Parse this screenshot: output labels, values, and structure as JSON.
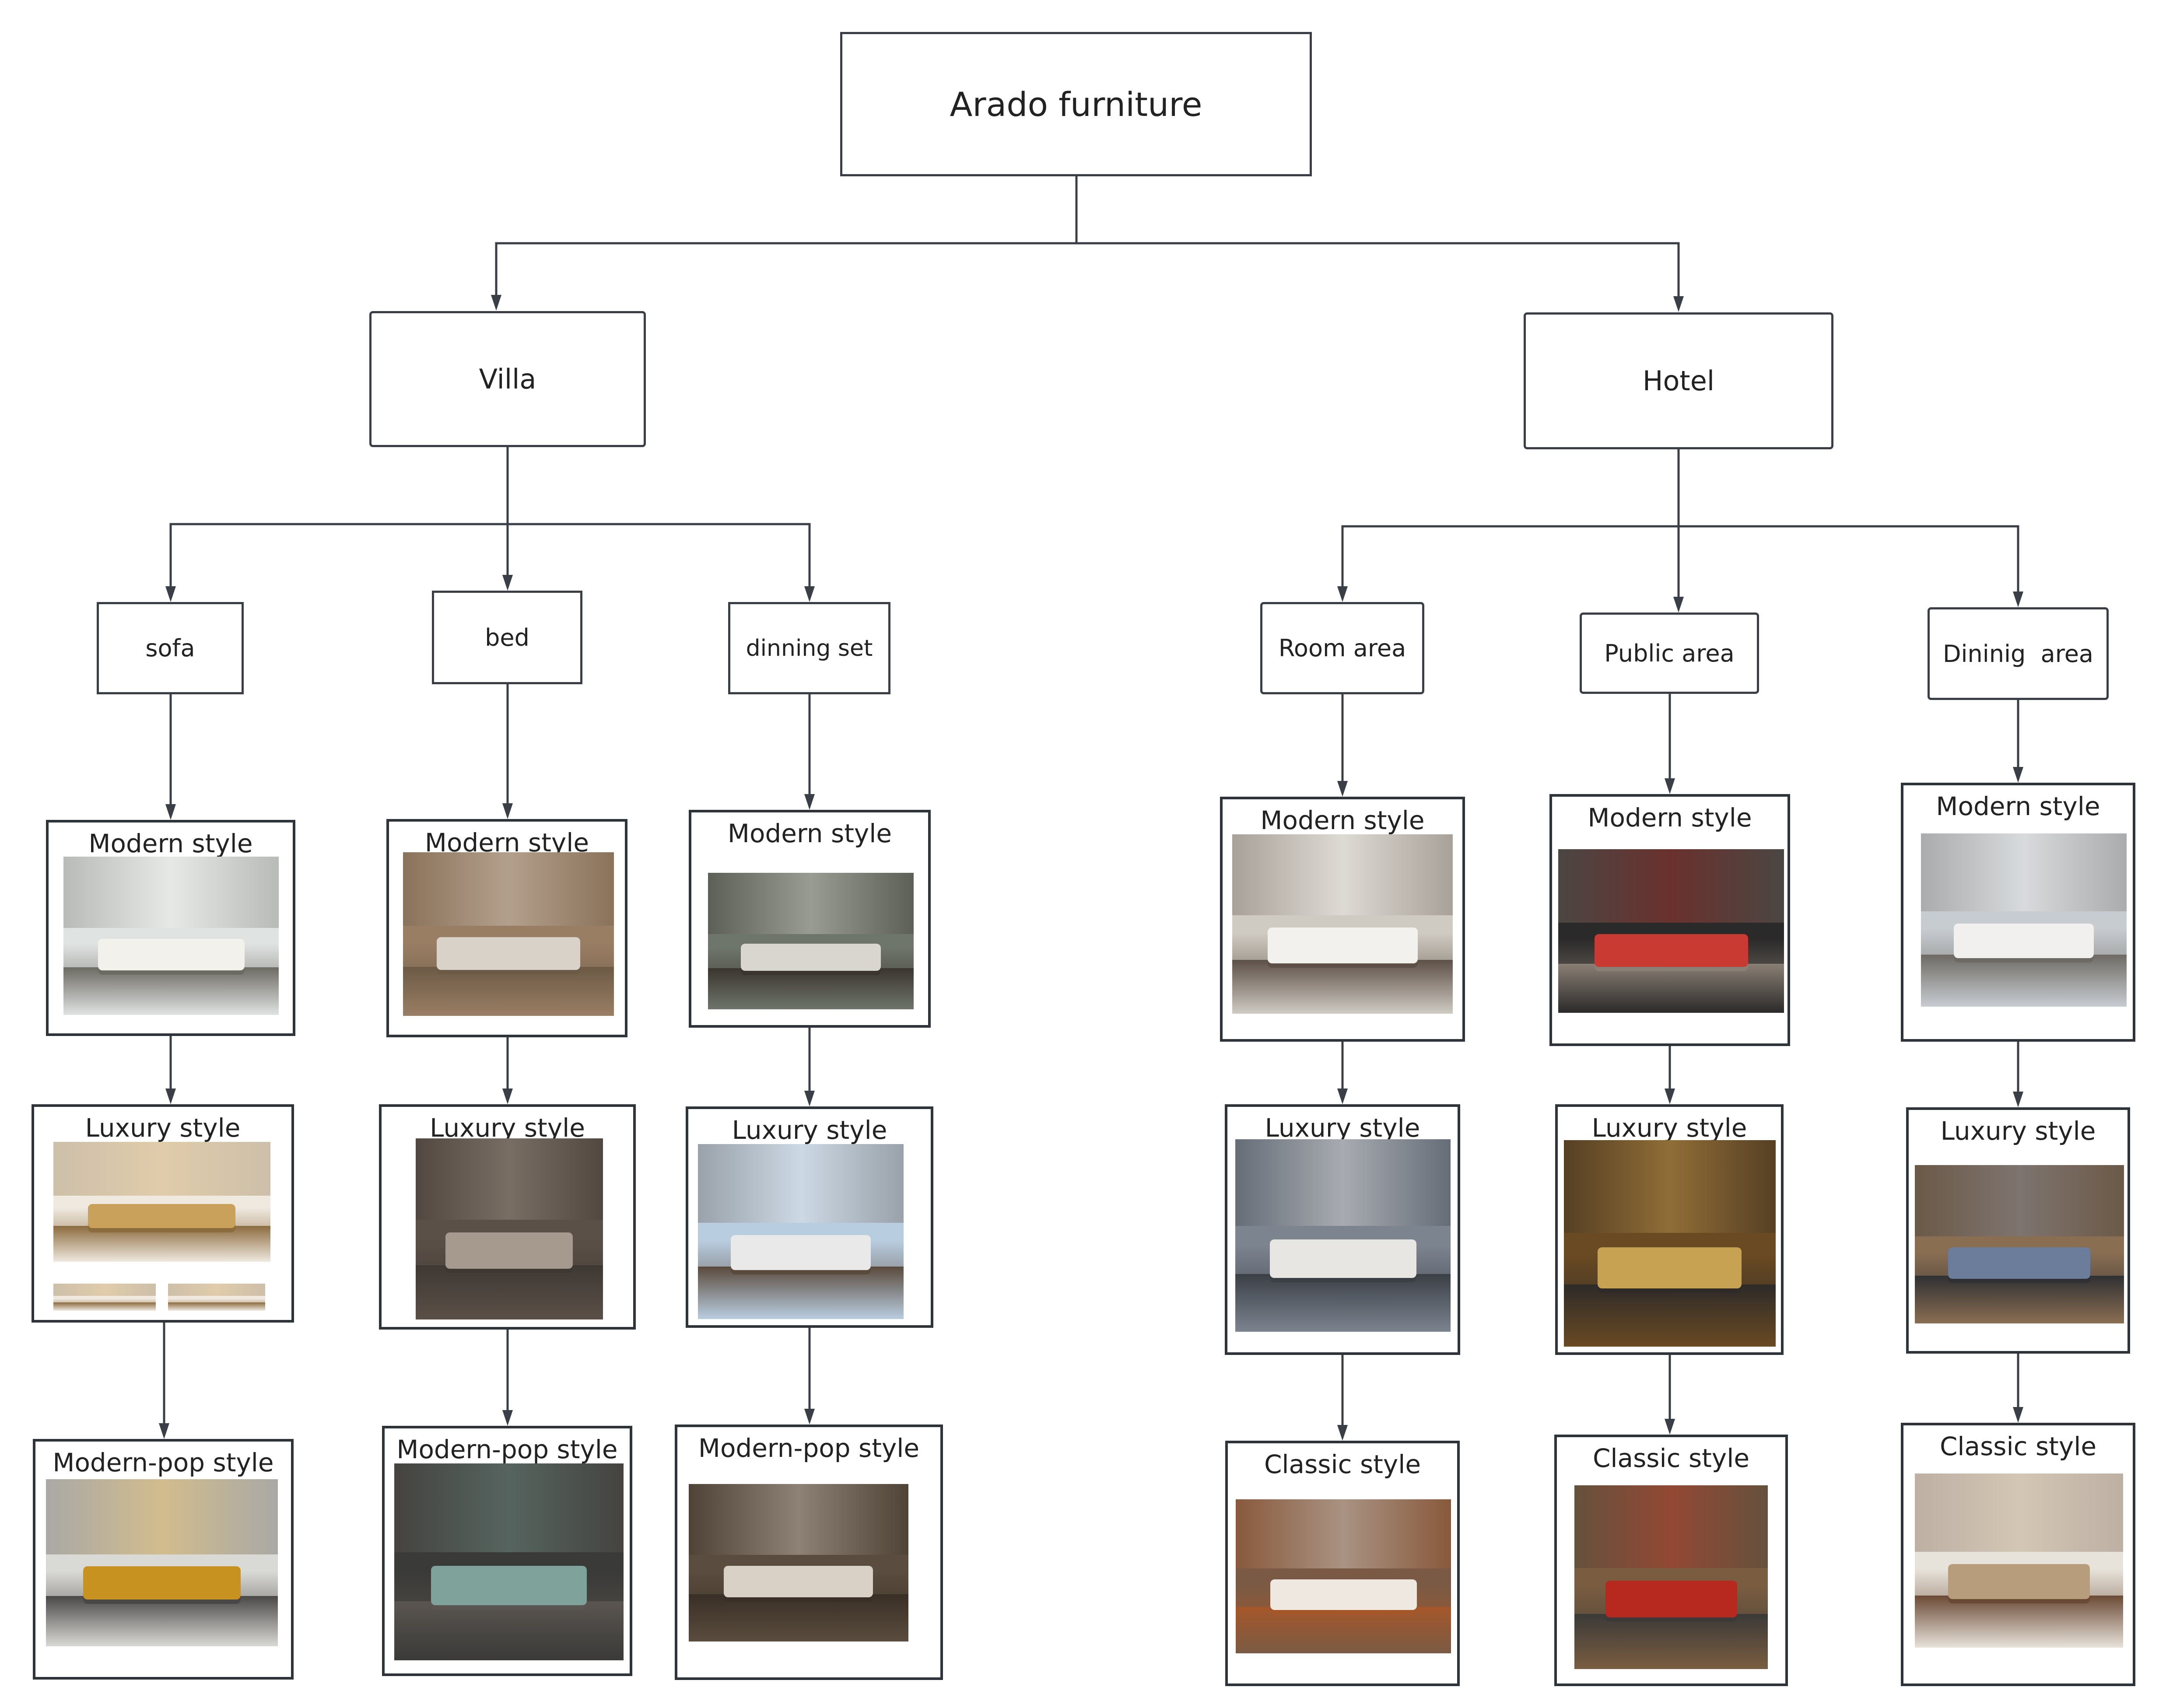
{
  "root": {
    "label": "Arado furniture"
  },
  "branches": {
    "villa": {
      "label": "Villa",
      "categories": {
        "sofa": {
          "label": "sofa",
          "styles": [
            "Modern style",
            "Luxury style",
            "Modern-pop style"
          ]
        },
        "bed": {
          "label": "bed",
          "styles": [
            "Modern style",
            "Luxury style",
            "Modern-pop style"
          ]
        },
        "dinning": {
          "label": "dinning set",
          "styles": [
            "Modern style",
            "Luxury style",
            "Modern-pop style"
          ]
        }
      }
    },
    "hotel": {
      "label": "Hotel",
      "categories": {
        "room": {
          "label": "Room area",
          "styles": [
            "Modern style",
            "Luxury style",
            "Classic style"
          ]
        },
        "public": {
          "label": "Public area",
          "styles": [
            "Modern style",
            "Luxury style",
            "Classic style"
          ]
        },
        "dining": {
          "label": "Dininig  area",
          "styles": [
            "Modern style",
            "Luxury style",
            "Classic style"
          ]
        }
      }
    }
  },
  "photo_palettes": {
    "sofa_modern": [
      "#dfe3e2",
      "#6d6a63",
      "#f2f1ec"
    ],
    "sofa_luxury": [
      "#efe9e0",
      "#8c6b3d",
      "#c9a15a"
    ],
    "sofa_pop": [
      "#d9d9d6",
      "#4a4846",
      "#c7921f"
    ],
    "bed_modern": [
      "#9a7e64",
      "#6c5a46",
      "#d8d2c8"
    ],
    "bed_luxury": [
      "#5b5048",
      "#3e3833",
      "#a59a8d"
    ],
    "bed_pop": [
      "#3a3a38",
      "#5a5550",
      "#7fa39a"
    ],
    "dinning_modern": [
      "#6e756a",
      "#3b3530",
      "#d9d6d0"
    ],
    "dinning_luxury": [
      "#b9cde0",
      "#5a4a3c",
      "#e9e9ea"
    ],
    "dinning_pop": [
      "#5a4d3f",
      "#3a2f26",
      "#d9d1c6"
    ],
    "room_modern": [
      "#cfcac2",
      "#5d5047",
      "#f3f1ee"
    ],
    "room_luxury": [
      "#7c8490",
      "#3b3f46",
      "#e8e6e3"
    ],
    "room_classic": [
      "#7a5a44",
      "#a6572a",
      "#efe8e1"
    ],
    "public_modern": [
      "#2b2a2a",
      "#8a7f74",
      "#c93a32"
    ],
    "public_luxury": [
      "#6a4a22",
      "#2d2a28",
      "#c7a253"
    ],
    "public_classic": [
      "#7a5d40",
      "#3b3a38",
      "#b7291f"
    ],
    "dining_modern": [
      "#c7ccd1",
      "#6e6a63",
      "#f1f0ee"
    ],
    "dining_luxury": [
      "#8a6e52",
      "#2f3033",
      "#6b7d9a"
    ],
    "dining_classic": [
      "#e7e2da",
      "#6b4a35",
      "#b89d7c"
    ]
  }
}
